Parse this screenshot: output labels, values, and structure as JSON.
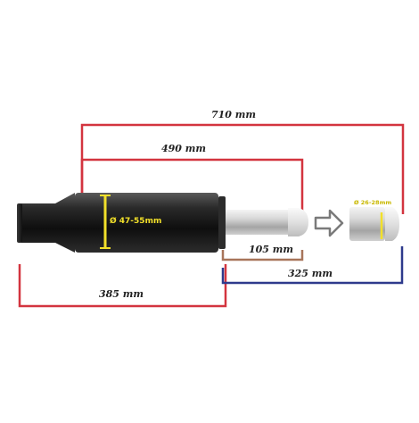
{
  "colors": {
    "overall_line": "#d3343f",
    "cylinder_line": "#d3343f",
    "lower_line": "#d3343f",
    "stroke_line": "#a8755a",
    "extension_line": "#2e3a8c",
    "diameter_marker": "#f2e02a",
    "body": "#1b1b1b",
    "rod": "#c8c8c8",
    "arrow": "#7a7a7a"
  },
  "dimensions": {
    "overall": "710 mm",
    "cylinder": "490 mm",
    "lower": "385 mm",
    "stroke": "105 mm",
    "extension": "325 mm"
  },
  "diameters": {
    "body": "Ø 47-55mm",
    "rod_end": "Ø 26-28mm"
  },
  "icons": {
    "arrow": "right-arrow-icon"
  }
}
